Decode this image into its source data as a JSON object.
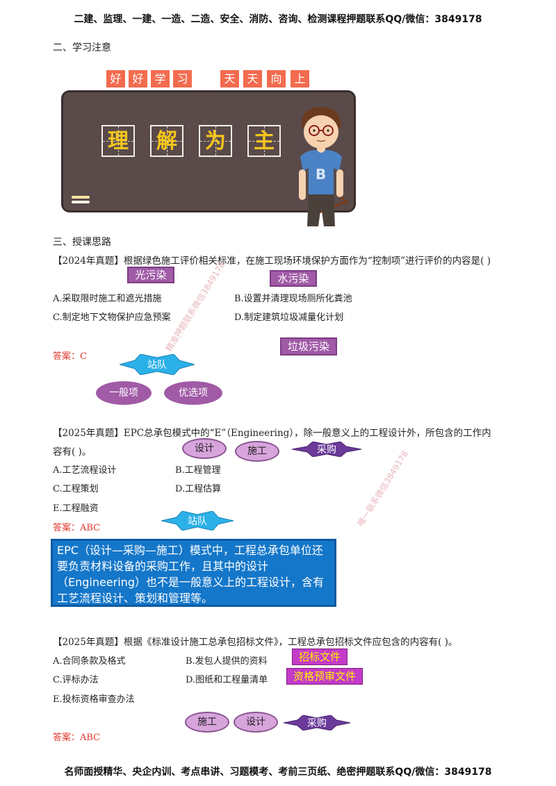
{
  "header": {
    "text": "二建、监理、一建、一造、二造、安全、消防、咨询、检测课程押题联系QQ/微信：3849178"
  },
  "footer": {
    "text": "名师面授精华、央企内训、考点串讲、习题模考、考前三页纸、绝密押题联系QQ/微信：3849178"
  },
  "section2": {
    "title": "二、学习注意"
  },
  "banner": {
    "tiles": [
      "好",
      "好",
      "学",
      "习",
      "天",
      "天",
      "向",
      "上"
    ],
    "board_chars": [
      "理",
      "解",
      "为",
      "主"
    ]
  },
  "section3": {
    "title": "三、授课思路"
  },
  "q1": {
    "stem": "【2024年真题】根据绿色施工评价相关标准，在施工现场环境保护方面作为“控制项”进行评价的内容是( )",
    "options": [
      "A.采取限时施工和遮光措施",
      "B.设置并清理现场厕所化粪池",
      "C.制定地下文物保护应急预案",
      "D.制定建筑垃圾减量化计划"
    ],
    "answer": "答案：C",
    "tags": [
      "光污染",
      "水污染",
      "垃圾污染"
    ],
    "star": "站队",
    "ovals": [
      "一般项",
      "优选项"
    ]
  },
  "q2": {
    "stem_line1": "【2025年真题】EPC总承包模式中的“E”（Engineering），除一般意义上的工程设计外，所包含的工作内",
    "stem_line2": "容有( )。",
    "options": [
      "A.工艺流程设计",
      "B.工程管理",
      "C.工程策划",
      "D.工程估算",
      "E.工程融资"
    ],
    "answer": "答案：ABC",
    "ovals": [
      "设计",
      "施工"
    ],
    "star_right": "采购",
    "star": "站队",
    "explain": "EPC（设计—采购—施工）模式中，工程总承包单位还要负责材料设备的采购工作，且其中的设计（Engineering）也不是一般意义上的工程设计，含有工艺流程设计、策划和管理等。"
  },
  "q3": {
    "stem": "【2025年真题】根据《标准设计施工总承包招标文件》，工程总承包招标文件应包含的内容有( )。",
    "options": [
      "A.合同条款及格式",
      "B.发包人提供的资料",
      "C.评标办法",
      "D.图纸和工程量清单",
      "E.投标资格审查办法"
    ],
    "answer": "答案：ABC",
    "tags": [
      "招标文件",
      "资格预审文件"
    ],
    "ovals": [
      "施工",
      "设计"
    ],
    "star_right": "采购"
  },
  "watermarks": [
    "精准押题联系微信3849178",
    "唯一联系微信3849178"
  ],
  "colors": {
    "tile": "#f26b4f",
    "board": "#5a4a4a",
    "tag": "#a05aa6",
    "answer": "#e0342a",
    "info": "#1577c9",
    "chalk_text": "#f5c51c"
  }
}
